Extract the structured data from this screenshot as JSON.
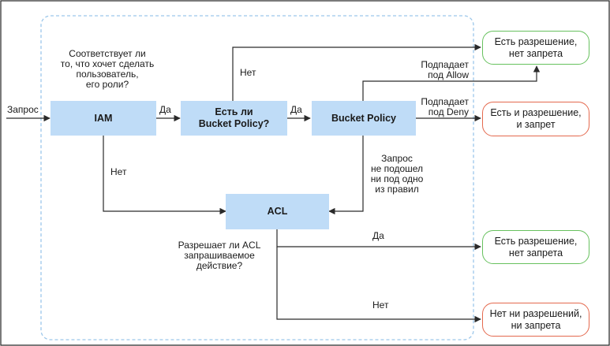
{
  "nodes": {
    "iam": "IAM",
    "has_bucket_policy": "Есть ли\nBucket Policy?",
    "bucket_policy": "Bucket Policy",
    "acl": "ACL",
    "out_allow_1": "Есть разрешение,\nнет запрета",
    "out_deny": "Есть и разрешение,\nи запрет",
    "out_allow_2": "Есть разрешение,\nнет запрета",
    "out_none": "Нет ни разрешений,\nни запрета"
  },
  "labels": {
    "request": "Запрос",
    "iam_question": "Соответствует ли\nто, что хочет сделать\nпользователь,\nего роли?",
    "yes_iam": "Да",
    "no_iam": "Нет",
    "yes_bp": "Да",
    "no_bp": "Нет",
    "matches_allow": "Подпадает\nпод Allow",
    "matches_deny": "Подпадает\nпод Deny",
    "no_rule": "Запрос\nне подошел\nни под одно\nиз правил",
    "acl_question": "Разрешает ли ACL\nзапрашиваемое\nдействие?",
    "yes_acl": "Да",
    "no_acl": "Нет"
  },
  "colors": {
    "node_fill": "#bfdcf7",
    "allow_border": "#67c15e",
    "deny_border": "#e4694e",
    "container_border": "#9cc7ea",
    "line": "#2a2a2a"
  }
}
